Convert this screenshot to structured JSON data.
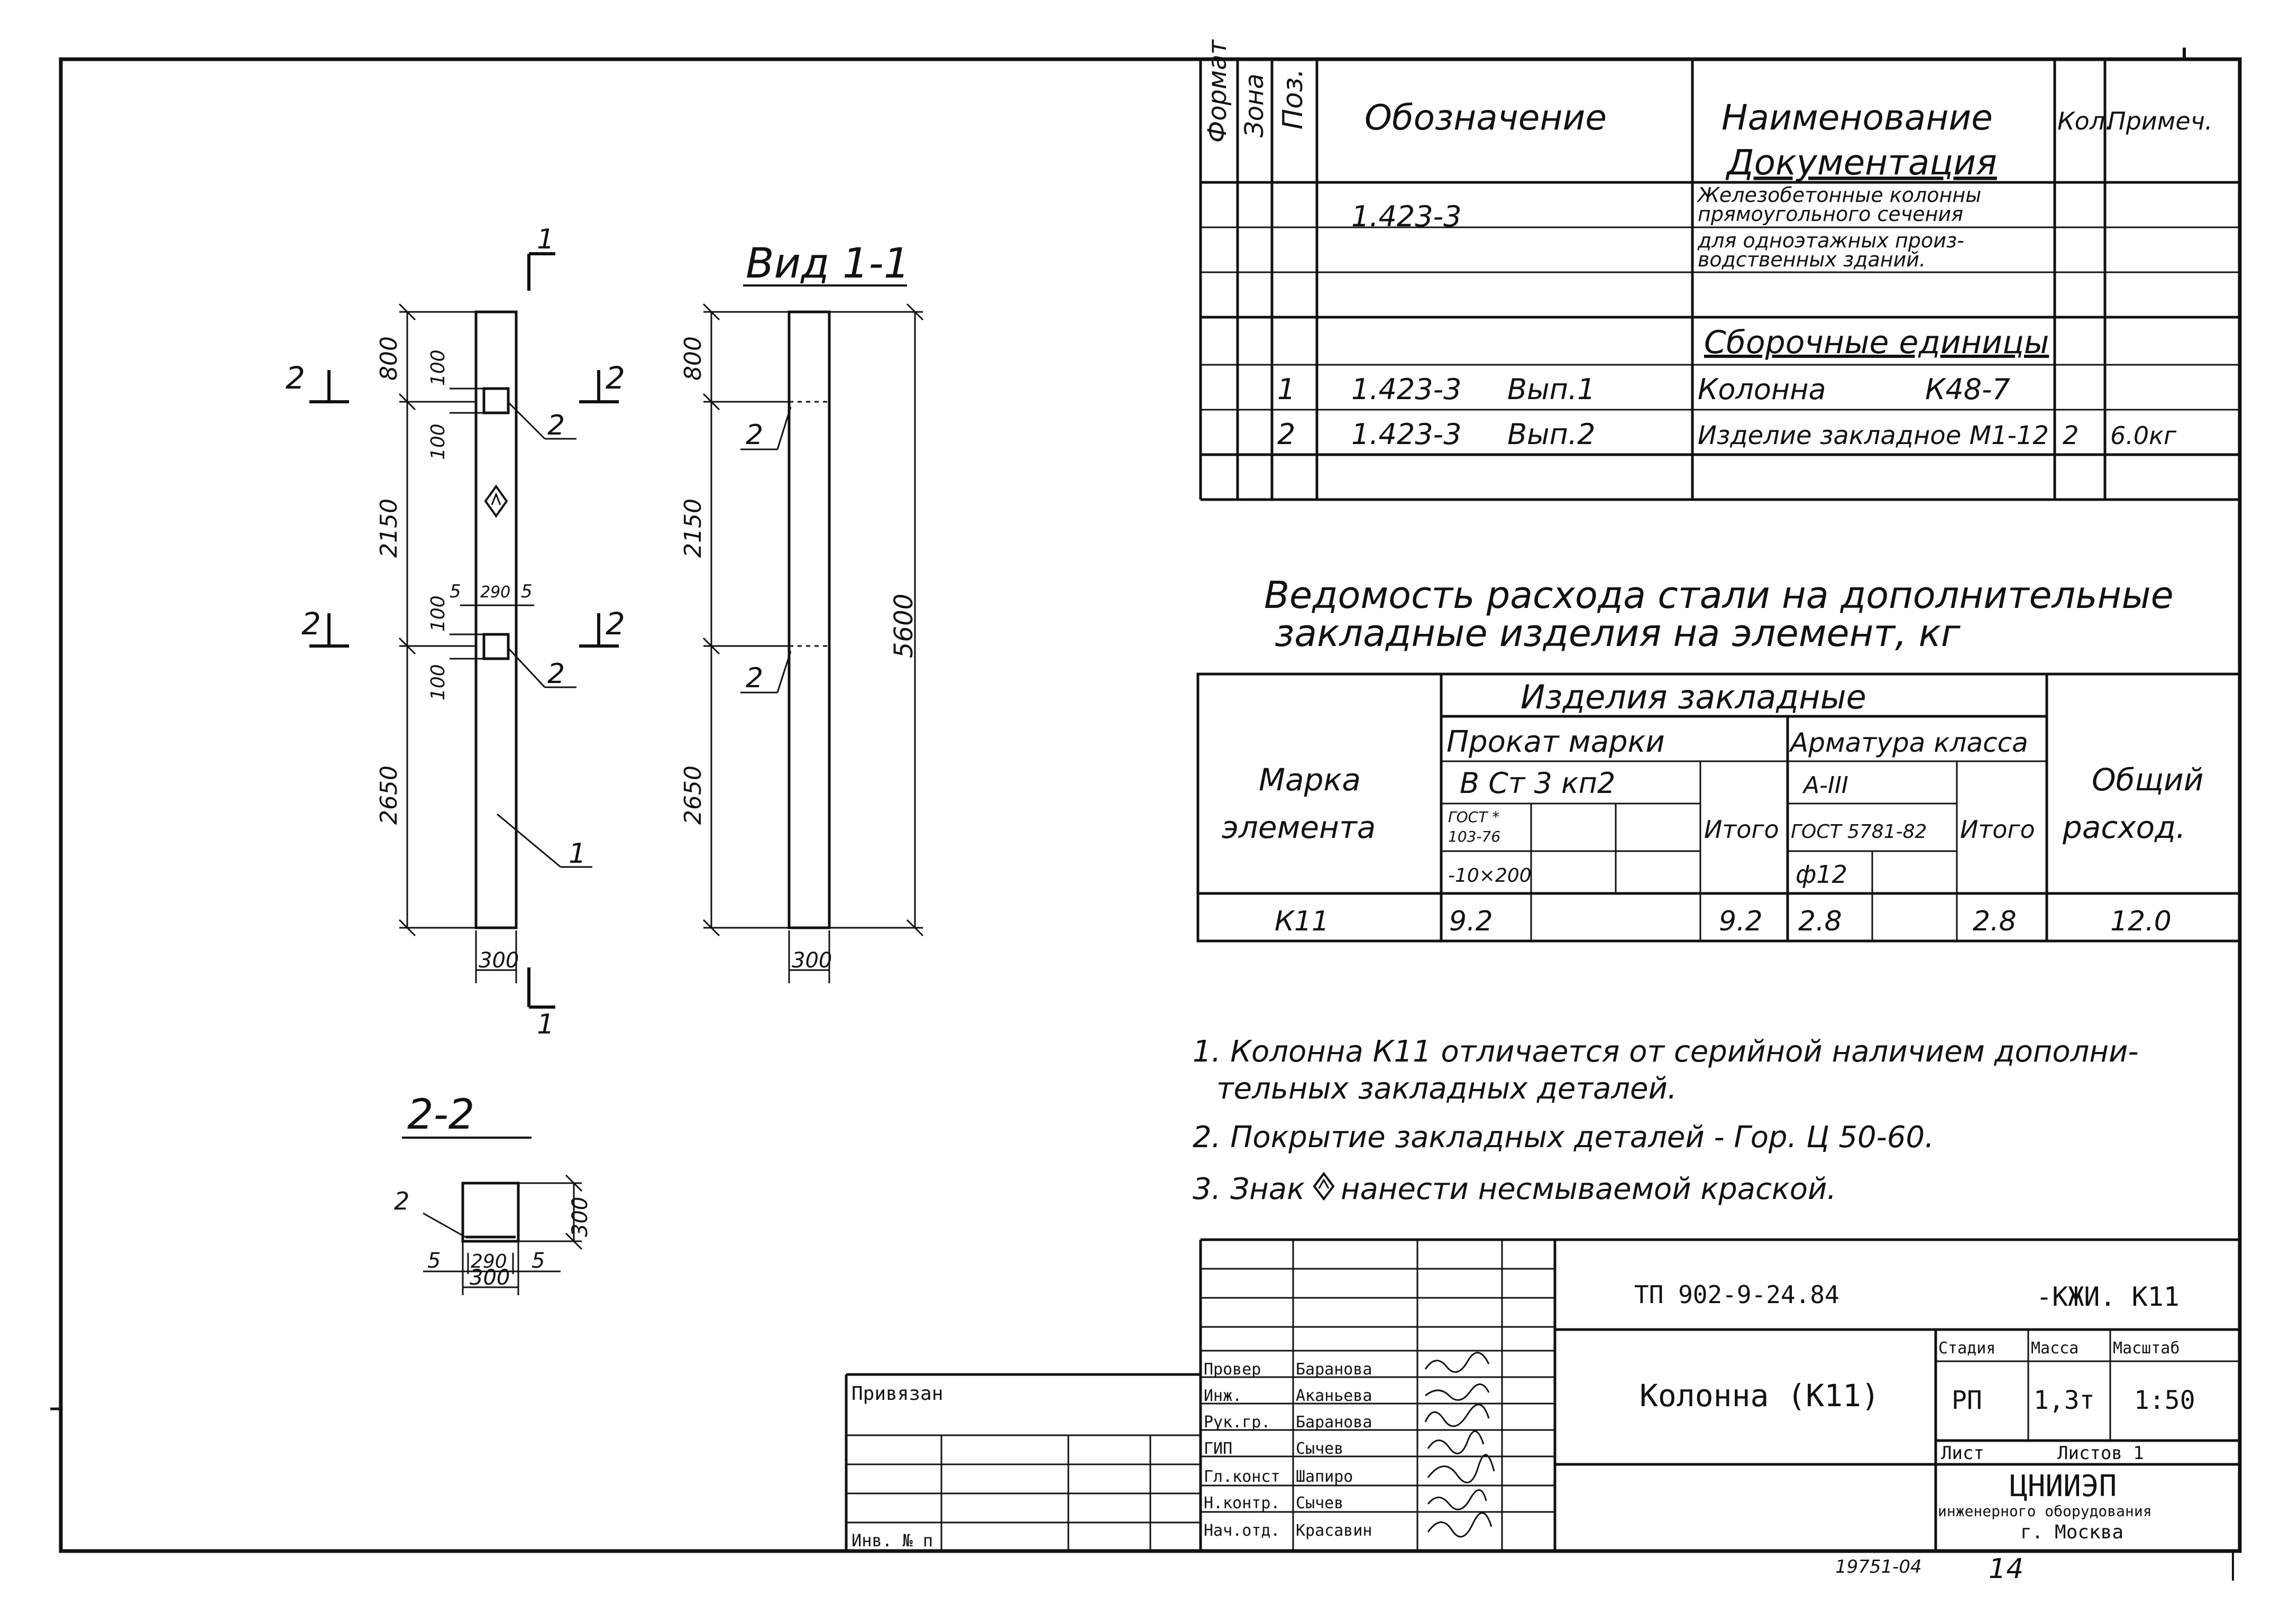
{
  "spec_table": {
    "headers": {
      "format": "Формат",
      "zone": "Зона",
      "pos": "Поз.",
      "designation": "Обозначение",
      "name": "Наименование",
      "qty": "Кол.",
      "note": "Примеч."
    },
    "section_docs": "Документация",
    "doc_code": "1.423-3",
    "doc_name_1": "Железобетонные колонны",
    "doc_name_2": "прямоугольного сечения",
    "doc_name_3": "для одноэтажных произ-",
    "doc_name_4": "водственных зданий.",
    "section_assembly": "Сборочные единицы",
    "rows": [
      {
        "pos": "1",
        "code": "1.423-3",
        "issue": "Вып.1",
        "name": "Колонна",
        "mark": "К48-7",
        "qty": "",
        "note": ""
      },
      {
        "pos": "2",
        "code": "1.423-3",
        "issue": "Вып.2",
        "name": "Изделие закладное М1-12",
        "mark": "",
        "qty": "2",
        "note": "6.0кг"
      }
    ]
  },
  "steel_sheet": {
    "title_1": "Ведомость расхода стали на дополнительные",
    "title_2": "закладные изделия на элемент, кг",
    "h_group": "Изделия закладные",
    "h_rolled": "Прокат марки",
    "h_rebar": "Арматура класса",
    "h_mark_1": "Марка",
    "h_mark_2": "элемента",
    "h_grade": "В Ст 3 кп2",
    "h_class": "А-III",
    "h_gost_1": "ГОСТ *",
    "h_gost_2": "103-76",
    "h_gost_rebar": "ГОСТ 5781-82",
    "h_total": "Итого",
    "h_section": "-10×200",
    "h_diam": "ф12",
    "h_overall_1": "Общий",
    "h_overall_2": "расход.",
    "row": {
      "mark": "К11",
      "rolled": "9.2",
      "rolled_total": "9.2",
      "rebar": "2.8",
      "rebar_total": "2.8",
      "overall": "12.0"
    }
  },
  "notes": {
    "n1a": "1. Колонна К11 отличается от серийной наличием дополни-",
    "n1b": "тельных закладных деталей.",
    "n2": "2. Покрытие закладных деталей - Гор. Ц 50-60.",
    "n3a": "3. Знак",
    "n3b": "нанести несмываемой краской."
  },
  "drawing": {
    "view_title": "Вид 1-1",
    "section_title": "2-2",
    "cut_1": "1",
    "cut_2": "2",
    "leader_1": "1",
    "leader_2": "2",
    "d800": "800",
    "d2150": "2150",
    "d2650": "2650",
    "d5600": "5600",
    "d100": "100",
    "d300": "300",
    "d290": "290",
    "d5": "5"
  },
  "title_block": {
    "doc_code": "ТП 902-9-24.84",
    "doc_suffix": "-КЖИ. К11",
    "title": "Колонна (К11)",
    "stage_h": "Стадия",
    "mass_h": "Масса",
    "scale_h": "Масштаб",
    "stage": "РП",
    "mass": "1,3т",
    "scale": "1:50",
    "sheet": "Лист",
    "sheets": "Листов 1",
    "org_1": "ЦНИИЭП",
    "org_2": "инженерного оборудования",
    "org_3": "г. Москва",
    "bound": "Привязан",
    "inv": "Инв. № п",
    "signers": [
      {
        "role": "Провер",
        "name": "Баранова"
      },
      {
        "role": "Инж.",
        "name": "Аканьева"
      },
      {
        "role": "Рук.гр.",
        "name": "Баранова"
      },
      {
        "role": "ГИП",
        "name": "Сычев"
      },
      {
        "role": "Гл.конст",
        "name": "Шапиро"
      },
      {
        "role": "Н.контр.",
        "name": "Сычев"
      },
      {
        "role": "Нач.отд.",
        "name": "Красавин"
      }
    ],
    "archive": "19751-04",
    "page": "14"
  }
}
